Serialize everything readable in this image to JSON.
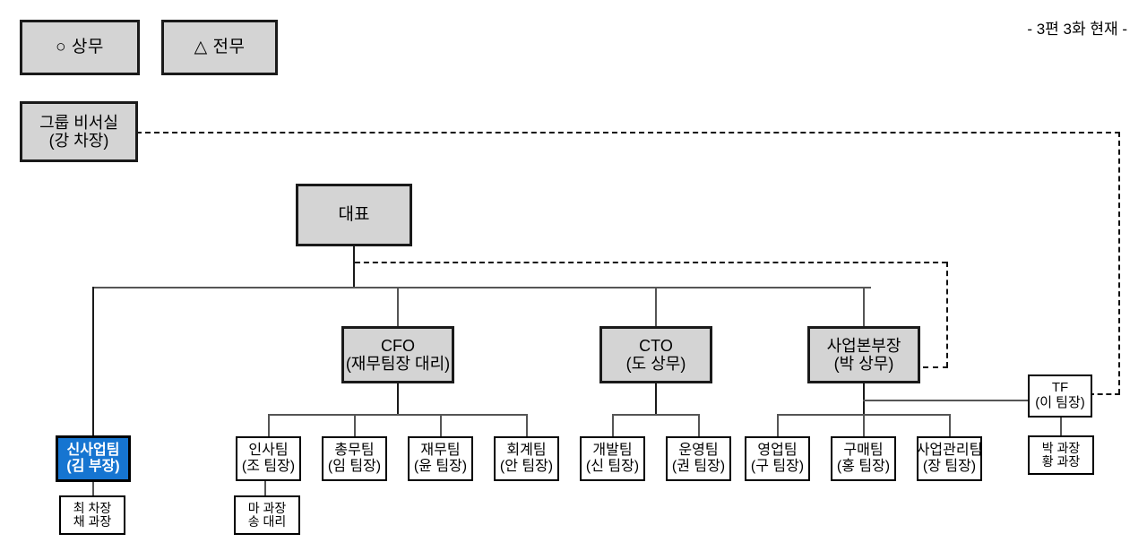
{
  "caption": "- 3편 3화 현재 -",
  "legend": [
    {
      "symbol": "○",
      "label": "상무",
      "name": "legend-senior-managing-director"
    },
    {
      "symbol": "△",
      "label": "전무",
      "name": "legend-executive-director"
    }
  ],
  "secretariat": {
    "line1": "그룹 비서실",
    "line2": "(강 차장)"
  },
  "ceo": {
    "line1": "대표",
    "line2": ""
  },
  "officers": [
    {
      "line1": "CFO",
      "line2": "(재무팀장 대리)"
    },
    {
      "line1": "CTO",
      "line2": "(도 상무)"
    },
    {
      "line1": "사업본부장",
      "line2": "(박 상무)"
    }
  ],
  "tf": {
    "line1": "TF",
    "line2": "(이 팀장)"
  },
  "tf_staff": {
    "line1": "박 과장",
    "line2": "황 과장"
  },
  "new_business": {
    "line1": "신사업팀",
    "line2": "(김 부장)"
  },
  "new_business_staff": {
    "line1": "최 차장",
    "line2": "채 과장"
  },
  "cfo_teams": [
    {
      "line1": "인사팀",
      "line2": "(조 팀장)"
    },
    {
      "line1": "총무팀",
      "line2": "(임 팀장)"
    },
    {
      "line1": "재무팀",
      "line2": "(윤 팀장)"
    },
    {
      "line1": "회계팀",
      "line2": "(안 팀장)"
    }
  ],
  "general_affairs_staff": {
    "line1": "마 과장",
    "line2": "송 대리"
  },
  "cto_teams": [
    {
      "line1": "개발팀",
      "line2": "(신 팀장)"
    },
    {
      "line1": "운영팀",
      "line2": "(권 팀장)"
    }
  ],
  "division_teams": [
    {
      "line1": "영업팀",
      "line2": "(구 팀장)"
    },
    {
      "line1": "구매팀",
      "line2": "(홍 팀장)"
    },
    {
      "line1": "사업관리팀",
      "line2": "(장 팀장)"
    }
  ],
  "colors": {
    "box_fill": "#d4d4d4",
    "box_border": "#1a1a1a",
    "highlight_fill": "#1675d1",
    "highlight_text": "#ffffff",
    "line": "#555555",
    "background": "#ffffff"
  }
}
